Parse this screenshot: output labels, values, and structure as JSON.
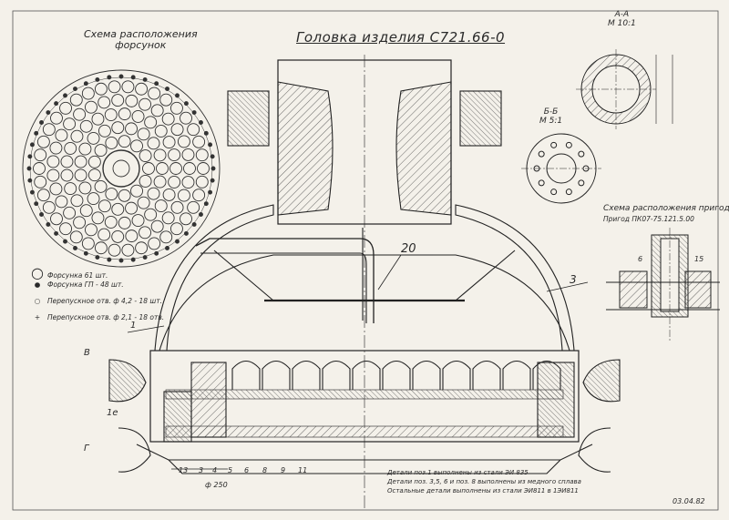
{
  "title": "Головка изделия С721.66-0",
  "nozzle_scheme": [
    "Схема расположения",
    "форсунок"
  ],
  "section_aa": [
    "А-А",
    "М 10:1"
  ],
  "section_bb": [
    "Б-Б",
    "М 5:1"
  ],
  "priming_scheme": [
    "Схема расположения пригод",
    "Пригод ПК07-75.121.5.00"
  ],
  "legend": [
    {
      "symbol": "○",
      "text": "Форсунка 61 шт."
    },
    {
      "symbol": "●",
      "text": "Форсунка ГП - 48 шт."
    },
    {
      "symbol": "○",
      "text": "Перепускное отв. ф 4,2 - 18 шт."
    },
    {
      "symbol": "+",
      "text": "Перепускное отв. ф 2,1 - 18 отв."
    }
  ],
  "callouts": {
    "c20": "20",
    "c3": "3",
    "c1": "1",
    "cB": "В",
    "c1e": "1е",
    "cG": "Г",
    "c6": "6",
    "c15": "15"
  },
  "part_numbers": [
    "13",
    "3",
    "4",
    "5",
    "6",
    "8",
    "9",
    "11"
  ],
  "dim_d": "ф 250",
  "notes": [
    "Детали поз.1 выполнены из стали ЭИ 835",
    "Детали поз. 3,5, 6 и поз. 8 выполнены из медного сплава",
    "Остальные детали выполнены из стали ЭИ811 в 1ЭИ811"
  ],
  "date": "03.04.82"
}
